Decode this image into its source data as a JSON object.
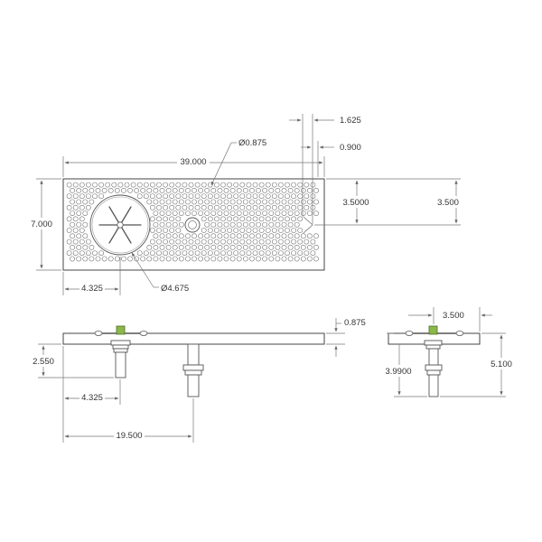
{
  "colors": {
    "line": "#444444",
    "dim_line": "#777777",
    "text": "#333333",
    "accent": "#8cb84a"
  },
  "dimensions": {
    "top_view": {
      "overall_length": "39.000",
      "overall_width": "7.000",
      "rinser_offset": "4.325",
      "rinser_diameter": "Ø4.675",
      "hole_diameter": "Ø0.875",
      "drain_edge_offset_outer": "1.625",
      "drain_edge_offset_inner": "0.900",
      "drain_height_inner": "3.5000",
      "drain_height_outer": "3.500"
    },
    "front_view": {
      "plate_thickness": "0.875",
      "rinser_depth": "2.550",
      "rinser_offset": "4.325",
      "drain_offset": "19.500"
    },
    "side_view": {
      "top_offset": "3.500",
      "inner_depth": "3.9900",
      "overall_depth": "5.100"
    }
  }
}
